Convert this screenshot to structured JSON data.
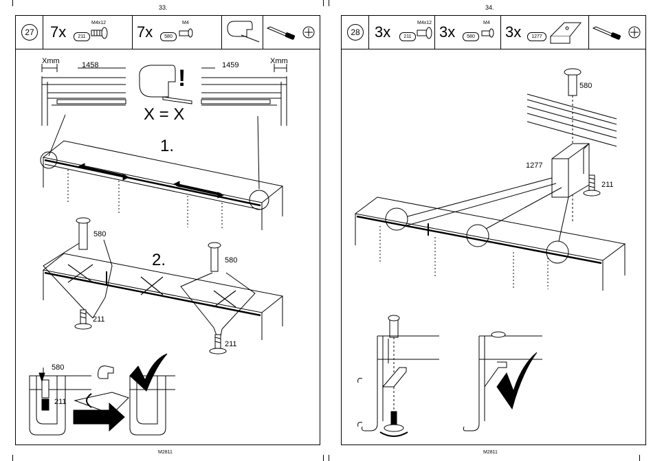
{
  "left_page": {
    "page_number": "33.",
    "footer": "M2811",
    "step": "27",
    "header": [
      {
        "qty": "7x",
        "size": "M4x12",
        "part": "211"
      },
      {
        "qty": "7x",
        "size": "M4",
        "part": "580"
      }
    ],
    "labels": {
      "xmm_left": "Xmm",
      "xmm_right": "Xmm",
      "width_left": "1458",
      "width_right": "1459",
      "exclaim": "!",
      "equation": "X = X",
      "step1": "1.",
      "step2": "2.",
      "p580_a": "580",
      "p580_b": "580",
      "p211_a": "211",
      "p211_b": "211",
      "p580_c": "580",
      "p211_c": "211"
    }
  },
  "right_page": {
    "page_number": "34.",
    "footer": "M2811",
    "step": "28",
    "header": [
      {
        "qty": "3x",
        "size": "M4x12",
        "part": "211"
      },
      {
        "qty": "3x",
        "size": "M4",
        "part": "580"
      },
      {
        "qty": "3x",
        "size": "",
        "part": "1277"
      }
    ],
    "labels": {
      "p580": "580",
      "p1277": "1277",
      "p211": "211"
    }
  }
}
